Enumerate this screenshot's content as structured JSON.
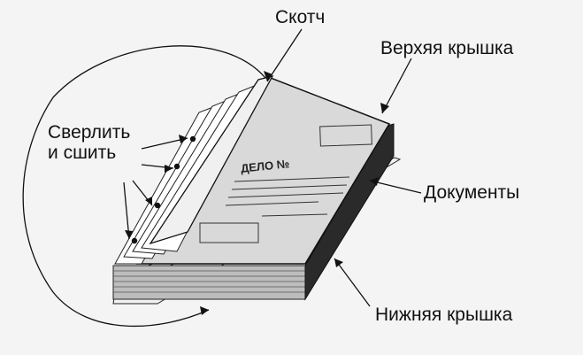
{
  "labels": {
    "tape": "Скотч",
    "top_cover": "Верхяя крышка",
    "drill_line1": "Сверлить",
    "drill_line2": "и сшить",
    "documents": "Документы",
    "bottom_cover": "Нижняя крышка"
  },
  "cover": {
    "title": "ДЕЛО №"
  },
  "colors": {
    "background": "#f4f4f4",
    "cover": "#d9d9d9",
    "outline": "#111111",
    "pages": "#ffffff"
  }
}
